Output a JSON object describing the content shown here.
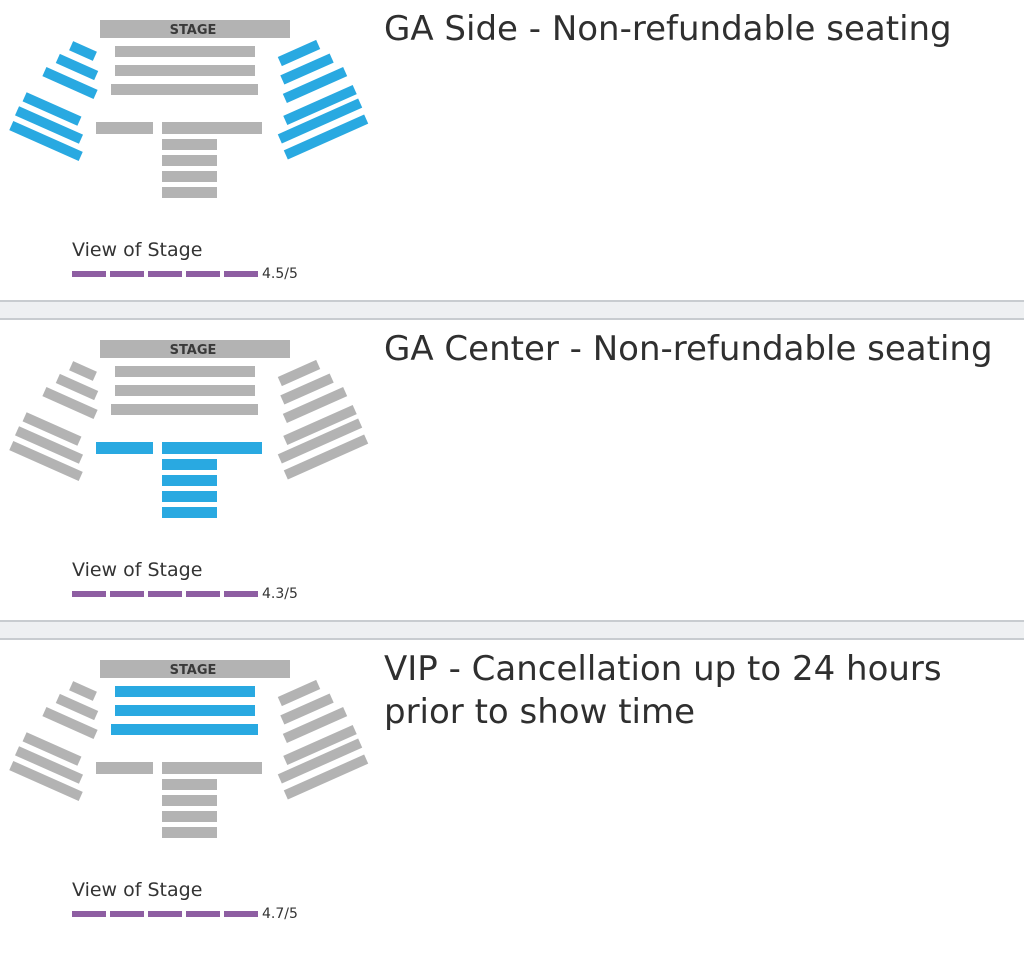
{
  "colors": {
    "highlight": "#29a9e1",
    "section": "#b3b3b3",
    "rating": "#8e5ea2",
    "divider": "#eef0f2"
  },
  "options": [
    {
      "highlight": "side",
      "stage_label": "STAGE",
      "title": "GA Side - Non-refundable seating",
      "rating_label": "View of Stage",
      "rating_value": "4.5/5",
      "rating": 4.5
    },
    {
      "highlight": "center",
      "stage_label": "STAGE",
      "title": "GA Center - Non-refundable seating",
      "rating_label": "View of Stage",
      "rating_value": "4.3/5",
      "rating": 4.3
    },
    {
      "highlight": "vip",
      "stage_label": "STAGE",
      "title": "VIP - Cancellation up to 24 hours prior to show time",
      "rating_label": "View of Stage",
      "rating_value": "4.7/5",
      "rating": 4.7
    }
  ]
}
